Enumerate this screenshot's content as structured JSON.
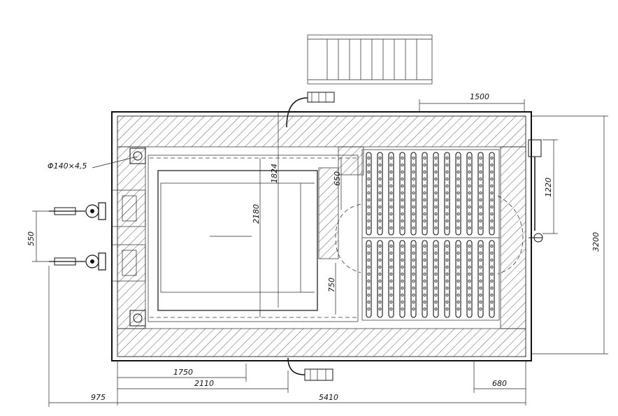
{
  "drawing": {
    "dimensions": {
      "d1500": "1500",
      "d3200": "3200",
      "d1220": "1220",
      "d550": "550",
      "d2180": "2180",
      "d1824": "1824",
      "d650": "650",
      "d750": "750",
      "d1750": "1750",
      "d2110": "2110",
      "d680": "680",
      "d975": "975",
      "d5410": "5410",
      "pipe_spec": "Φ140×4,5"
    }
  }
}
